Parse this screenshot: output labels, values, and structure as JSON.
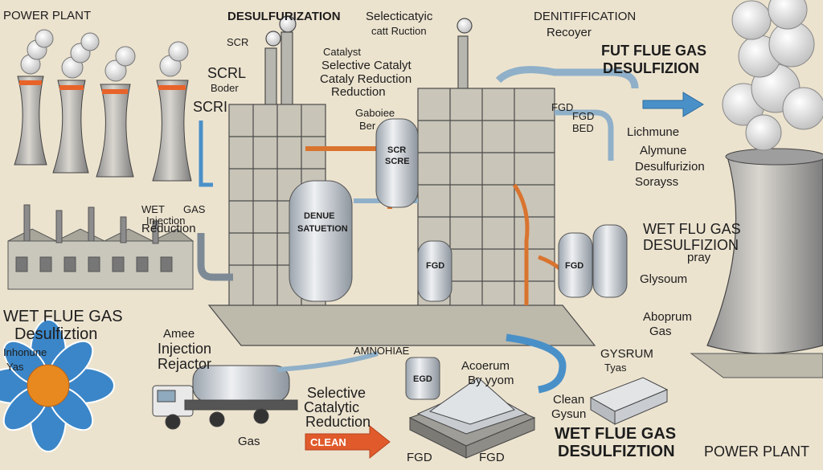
{
  "labels": {
    "power_plant_left": "POWER PLANT",
    "desulfurization": "DESULFURIZATION",
    "selecticatyic": "Selecticatyic",
    "cat_ruction": "catt Ruction",
    "denitrification": "DENITIFFICATION",
    "recoyer": "Recoyer",
    "fut_flue_gas": "FUT FLUE GAS",
    "desulfizion_top": "DESULFIZION",
    "scr_top": "SCR",
    "catalyst": "Catalyst",
    "selective_catalyt": "Selective Catalyt",
    "catalyt_reduction": "Cataly Reduction",
    "reduction": "Reduction",
    "scrl": "SCRL",
    "boder": "Boder",
    "scri": "SCRI",
    "gaboiee": "Gaboiee",
    "ber": "Ber",
    "fgd_small": "FGD",
    "fgd_bed_fg": "FGD",
    "fgd_bed_bed": "BED",
    "lichmune": "Lichmune",
    "alymune": "Alymune",
    "desulfurizion": "Desulfurizion",
    "sorayss": "Sorayss",
    "wet_gas_wet": "WET",
    "wet_gas_gas": "GAS",
    "injection": "Injection",
    "reduction_left": "Reduction",
    "wet_flu_gas": "WET FLU GAS",
    "desulfizion_right": "DESULFIZION",
    "pray": "pray",
    "glysoum": "Glysoum",
    "wet_flue_gas_left": "WET FLUE GAS",
    "desulfiztion_left": "Desulfiztion",
    "amee": "Amee",
    "injection_reactor": "Injection",
    "rejactor": "Rejactor",
    "amnohiae": "AMNOHIAE",
    "inhonune": "Inhonune",
    "yas": "Yas",
    "aboprum": "Aboprum",
    "gas_right": "Gas",
    "gysrum": "GYSRUM",
    "tyas": "Tyas",
    "acoerum": "Acoerum",
    "by_yyom": "By yyom",
    "selective": "Selective",
    "catalytic": "Catalytic",
    "reduction_bottom": "Reduction",
    "clean": "Clean",
    "gysun": "Gysun",
    "gas_bottom": "Gas",
    "clean_arrow": "CLEAN",
    "fgd_bottom_1": "FGD",
    "fgd_bottom_2": "FGD",
    "wet_flue_gas_bottom": "WET FLUE GAS",
    "desulfiztion_bottom": "DESULFIZTION",
    "power_plant_right": "POWER PLANT",
    "tank_big_1": "DENUE",
    "tank_big_2": "SATUETION",
    "tank_scr_1": "SCR",
    "tank_scr_2": "SCRE",
    "tank_mid": "FGD",
    "tank_left_small": "FGD",
    "tank_right": "FGD",
    "tank_small_bottom": "EGD"
  },
  "colors": {
    "background": "#ece3cf",
    "arrow_blue": "#4a90c8",
    "arrow_orange": "#e05a2b",
    "pipe_orange": "#d9742f",
    "flower_blue": "#3b86c8",
    "flower_center": "#e8891f"
  },
  "icons": [
    "cooling-tower-icon",
    "factory-icon",
    "flower-icon",
    "truck-icon",
    "arrow-icon",
    "tank-icon",
    "gypsum-tray-icon"
  ]
}
